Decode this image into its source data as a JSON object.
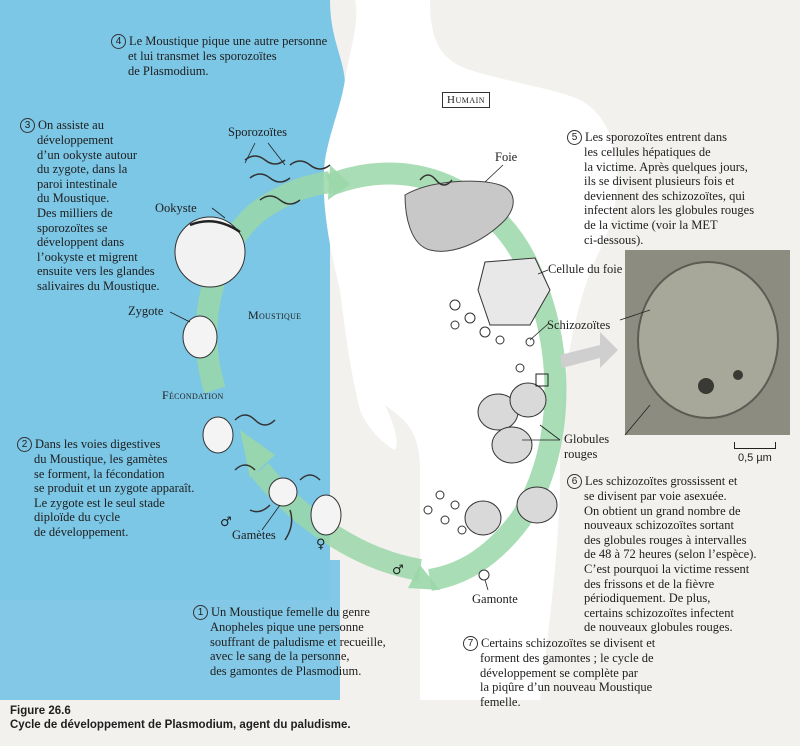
{
  "labels": {
    "humain": "Humain",
    "moustique": "Moustique",
    "fecondation": "Fécondation",
    "sporozoites": "Sporozoïtes",
    "ookyste": "Ookyste",
    "zygote": "Zygote",
    "gametes": "Gamètes",
    "foie": "Foie",
    "cellule_du_foie": "Cellule du foie",
    "schizozoites": "Schizozoïtes",
    "globules_rouges_1": "Globules",
    "globules_rouges_2": "rouges",
    "gamonte": "Gamonte",
    "scale": "0,5 µm",
    "male_symbol": "♂",
    "female_symbol": "♀"
  },
  "steps": {
    "s1": {
      "num": "1",
      "lines": [
        "Un Moustique femelle du genre",
        "Anopheles pique une personne",
        "souffrant de paludisme et recueille,",
        "avec le sang de la personne,",
        "des gamontes de Plasmodium."
      ]
    },
    "s2": {
      "num": "2",
      "lines": [
        "Dans les voies digestives",
        "du Moustique, les gamètes",
        "se forment, la fécondation",
        "se produit et un zygote apparaît.",
        "Le zygote est le seul stade",
        "diploïde du cycle",
        "de développement."
      ]
    },
    "s3": {
      "num": "3",
      "lines": [
        "On assiste au",
        "développement",
        "d’un ookyste autour",
        "du zygote, dans la",
        "paroi intestinale",
        "du Moustique.",
        "Des milliers de",
        "sporozoïtes se",
        "développent dans",
        "l’ookyste et migrent",
        "ensuite vers les glandes",
        "salivaires du Moustique."
      ]
    },
    "s4": {
      "num": "4",
      "lines": [
        "Le Moustique pique une autre personne",
        "et lui transmet les sporozoïtes",
        "de Plasmodium."
      ]
    },
    "s5": {
      "num": "5",
      "lines": [
        "Les sporozoïtes entrent dans",
        "les cellules hépatiques de",
        "la victime. Après quelques jours,",
        "ils se divisent plusieurs fois et",
        "deviennent des schizozoïtes, qui",
        "infectent alors les globules rouges",
        "de la victime (voir la MET",
        "ci-dessous)."
      ]
    },
    "s6": {
      "num": "6",
      "lines": [
        "Les schizozoïtes grossissent et",
        "se divisent par voie asexuée.",
        "On obtient un grand nombre de",
        "nouveaux schizozoïtes sortant",
        "des globules rouges à intervalles",
        "de 48 à 72 heures (selon l’espèce).",
        "C’est pourquoi la victime ressent",
        "des frissons et de la fièvre",
        "périodiquement. De plus,",
        "certains schizozoïtes infectent",
        "de nouveaux globules rouges."
      ]
    },
    "s7": {
      "num": "7",
      "lines": [
        "Certains schizozoïtes se divisent et",
        "forment des gamontes ; le cycle de",
        "développement se complète par",
        "la piqûre d’un nouveau Moustique",
        "femelle."
      ]
    }
  },
  "caption": {
    "title": "Figure 26.6",
    "body": "Cycle de développement de Plasmodium, agent du paludisme."
  }
}
